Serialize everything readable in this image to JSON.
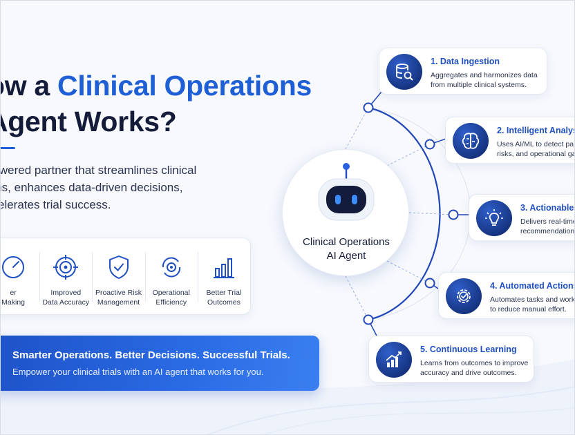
{
  "title": {
    "line1_prefix": "ow a ",
    "line1_accent": "Clinical Operations",
    "line2": " Agent Works?"
  },
  "description": "powered partner that streamlines clinical\nions, enhances data-driven decisions,\nccelerates trial success.",
  "benefits": [
    {
      "icon": "gauge-icon",
      "label": "er\nMaking"
    },
    {
      "icon": "target-icon",
      "label": "Improved\nData Accuracy"
    },
    {
      "icon": "shield-check-icon",
      "label": "Proactive Risk\nManagement"
    },
    {
      "icon": "gear-cycle-icon",
      "label": "Operational\nEfficiency"
    },
    {
      "icon": "bar-chart-icon",
      "label": "Better Trial\nOutcomes"
    }
  ],
  "cta": {
    "title": "Smarter Operations. Better Decisions. Successful Trials.",
    "subtitle": "Empower your clinical trials with an AI agent that works for you."
  },
  "hub": {
    "label_line1": "Clinical Operations",
    "label_line2": "AI Agent"
  },
  "steps": [
    {
      "icon": "database-search-icon",
      "title": "1. Data Ingestion",
      "body": "Aggregates and harmonizes data\nfrom multiple clinical systems."
    },
    {
      "icon": "brain-icon",
      "title": "2. Intelligent Analys",
      "body": "Uses AI/ML to detect pa\nrisks, and operational ga"
    },
    {
      "icon": "lightbulb-icon",
      "title": "3. Actionable",
      "body": "Delivers real-time\nrecommendation"
    },
    {
      "icon": "gear-check-icon",
      "title": "4. Automated Actions",
      "body": "Automates tasks and workfl\nto reduce manual effort."
    },
    {
      "icon": "growth-chart-icon",
      "title": "5. Continuous Learning",
      "body": "Learns from outcomes to improve\naccuracy and drive outcomes."
    }
  ],
  "colors": {
    "accent": "#1f5fd6",
    "dark_text": "#151c3a",
    "icon_bg": "#1a3a8f"
  }
}
